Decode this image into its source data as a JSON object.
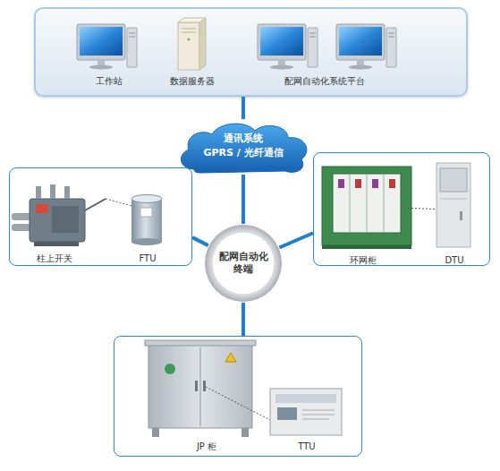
{
  "diagram": {
    "nodes": [
      {
        "text": [
          "工作站",
          "数据服务器",
          "配网自动化系统平台"
        ]
      },
      {
        "text": [
          "通讯系统",
          "GPRS / 光纤通信"
        ]
      },
      {
        "text": [
          "柱上开关",
          "FTU"
        ]
      },
      {
        "text": [
          "环网柜",
          "DTU"
        ]
      },
      {
        "text": [
          "配网自动化 终端"
        ]
      },
      {
        "text": [
          "JP 柜",
          "TTU"
        ]
      }
    ],
    "edges": [
      {
        "from": 0,
        "to": 1,
        "arrow": "none"
      },
      {
        "from": 1,
        "to": 4,
        "arrow": "none"
      },
      {
        "from": 4,
        "to": 2,
        "arrow": "none"
      },
      {
        "from": 4,
        "to": 3,
        "arrow": "none"
      },
      {
        "from": 4,
        "to": 5,
        "arrow": "none"
      }
    ]
  }
}
